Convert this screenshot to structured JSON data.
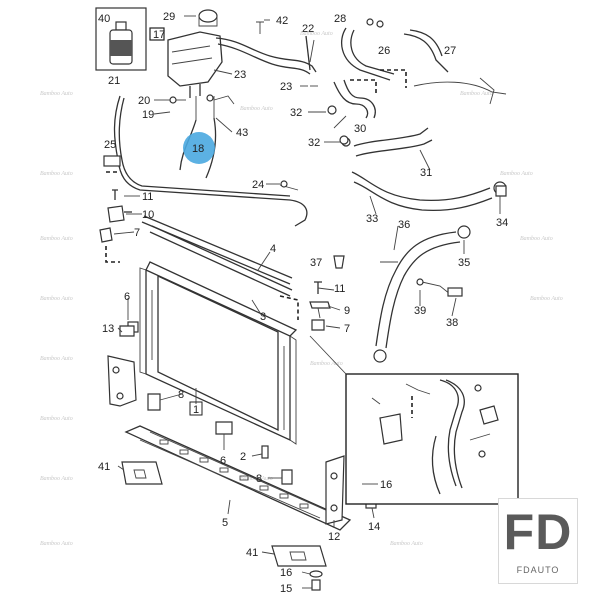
{
  "diagram": {
    "highlight_color": "#4aa8e0",
    "highlighted_callout": "18",
    "callouts": [
      "1",
      "2",
      "3",
      "4",
      "5",
      "6",
      "7",
      "8",
      "9",
      "10",
      "11",
      "12",
      "13",
      "14",
      "15",
      "16",
      "17",
      "18",
      "19",
      "20",
      "21",
      "22",
      "23",
      "24",
      "25",
      "26",
      "27",
      "28",
      "29",
      "30",
      "31",
      "32",
      "33",
      "34",
      "35",
      "36",
      "37",
      "38",
      "39",
      "40",
      "41",
      "42",
      "43"
    ],
    "watermark_text": "Bamboo Auto"
  },
  "logo": {
    "main": "FD",
    "sub": "FDAUTO"
  }
}
